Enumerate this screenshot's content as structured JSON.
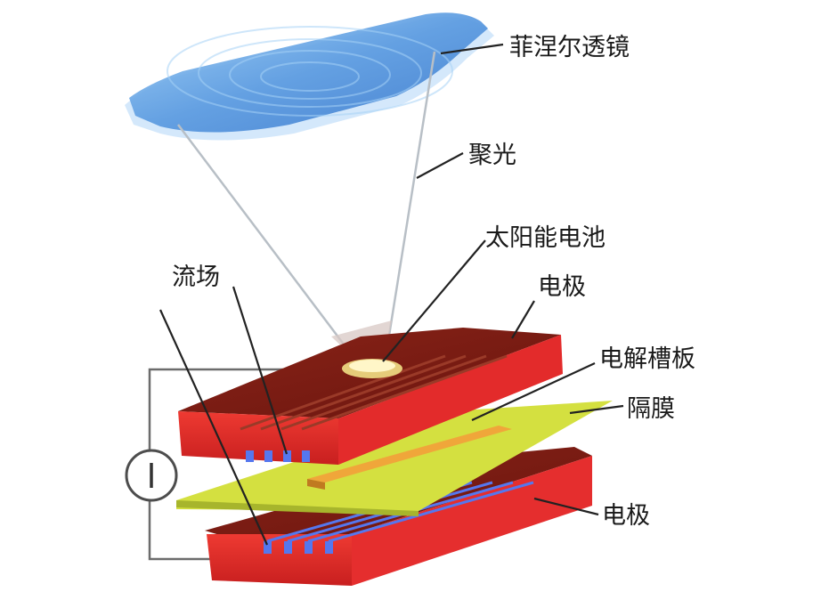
{
  "labels": {
    "fresnel_lens": "菲涅尔透镜",
    "focused_light": "聚光",
    "solar_cell": "太阳能电池",
    "electrode_top": "电极",
    "electrolyte_plate": "电解槽板",
    "membrane": "隔膜",
    "electrode_bottom": "电极",
    "flow_field": "流场"
  },
  "colors": {
    "lens_blue": "#6aaae6",
    "electrode_red": "#d42a2a",
    "electrode_dark": "#7a1a14",
    "membrane_green": "#d4e040",
    "channel_blue": "#5577ee",
    "leader_line": "#222222"
  },
  "icons": {
    "meter": "ammeter-icon"
  }
}
